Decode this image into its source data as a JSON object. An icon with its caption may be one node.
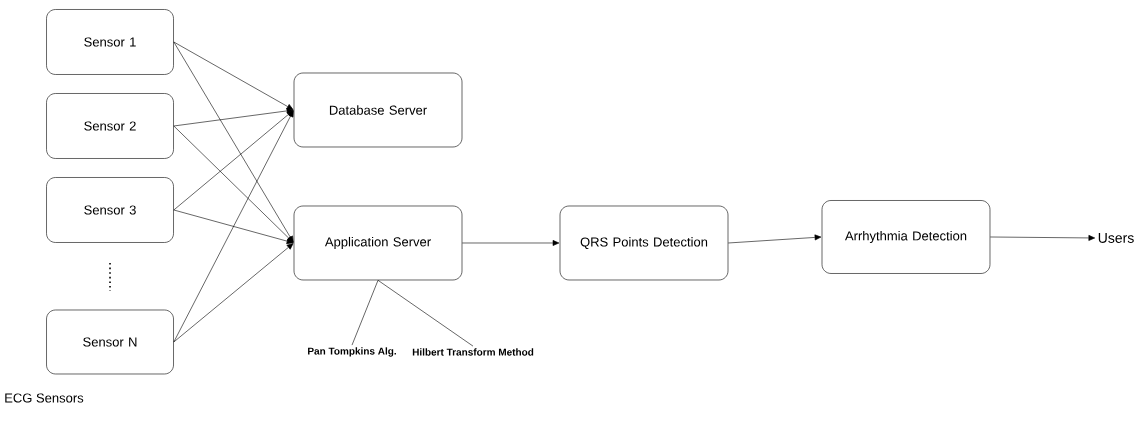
{
  "diagram": {
    "nodes": [
      {
        "text": [
          "Sensor 1"
        ]
      },
      {
        "text": [
          "Sensor 2"
        ]
      },
      {
        "text": [
          "Sensor 3"
        ]
      },
      {
        "text": [
          "Sensor N"
        ]
      },
      {
        "text": [
          "Database Server"
        ]
      },
      {
        "text": [
          "Application Server"
        ]
      },
      {
        "text": [
          "QRS Points Detection"
        ]
      },
      {
        "text": [
          "Arrhythmia Detection"
        ]
      },
      {
        "text": [
          "Users"
        ]
      },
      {
        "text": [
          "Pan Tompkins Alg."
        ]
      },
      {
        "text": [
          "Hilbert Transform Method"
        ]
      }
    ],
    "edges": [
      {
        "from": 0,
        "to": 4,
        "arrow": "to"
      },
      {
        "from": 0,
        "to": 5,
        "arrow": "to"
      },
      {
        "from": 1,
        "to": 4,
        "arrow": "to"
      },
      {
        "from": 1,
        "to": 5,
        "arrow": "to"
      },
      {
        "from": 2,
        "to": 4,
        "arrow": "to"
      },
      {
        "from": 2,
        "to": 5,
        "arrow": "to"
      },
      {
        "from": 3,
        "to": 4,
        "arrow": "to"
      },
      {
        "from": 3,
        "to": 5,
        "arrow": "to"
      },
      {
        "from": 5,
        "to": 6,
        "arrow": "to"
      },
      {
        "from": 6,
        "to": 7,
        "arrow": "to"
      },
      {
        "from": 7,
        "to": 8,
        "arrow": "to"
      },
      {
        "from": 5,
        "to": 9,
        "arrow": "none"
      },
      {
        "from": 5,
        "to": 10,
        "arrow": "none"
      }
    ],
    "labels": [
      "ECG Sensors"
    ]
  }
}
